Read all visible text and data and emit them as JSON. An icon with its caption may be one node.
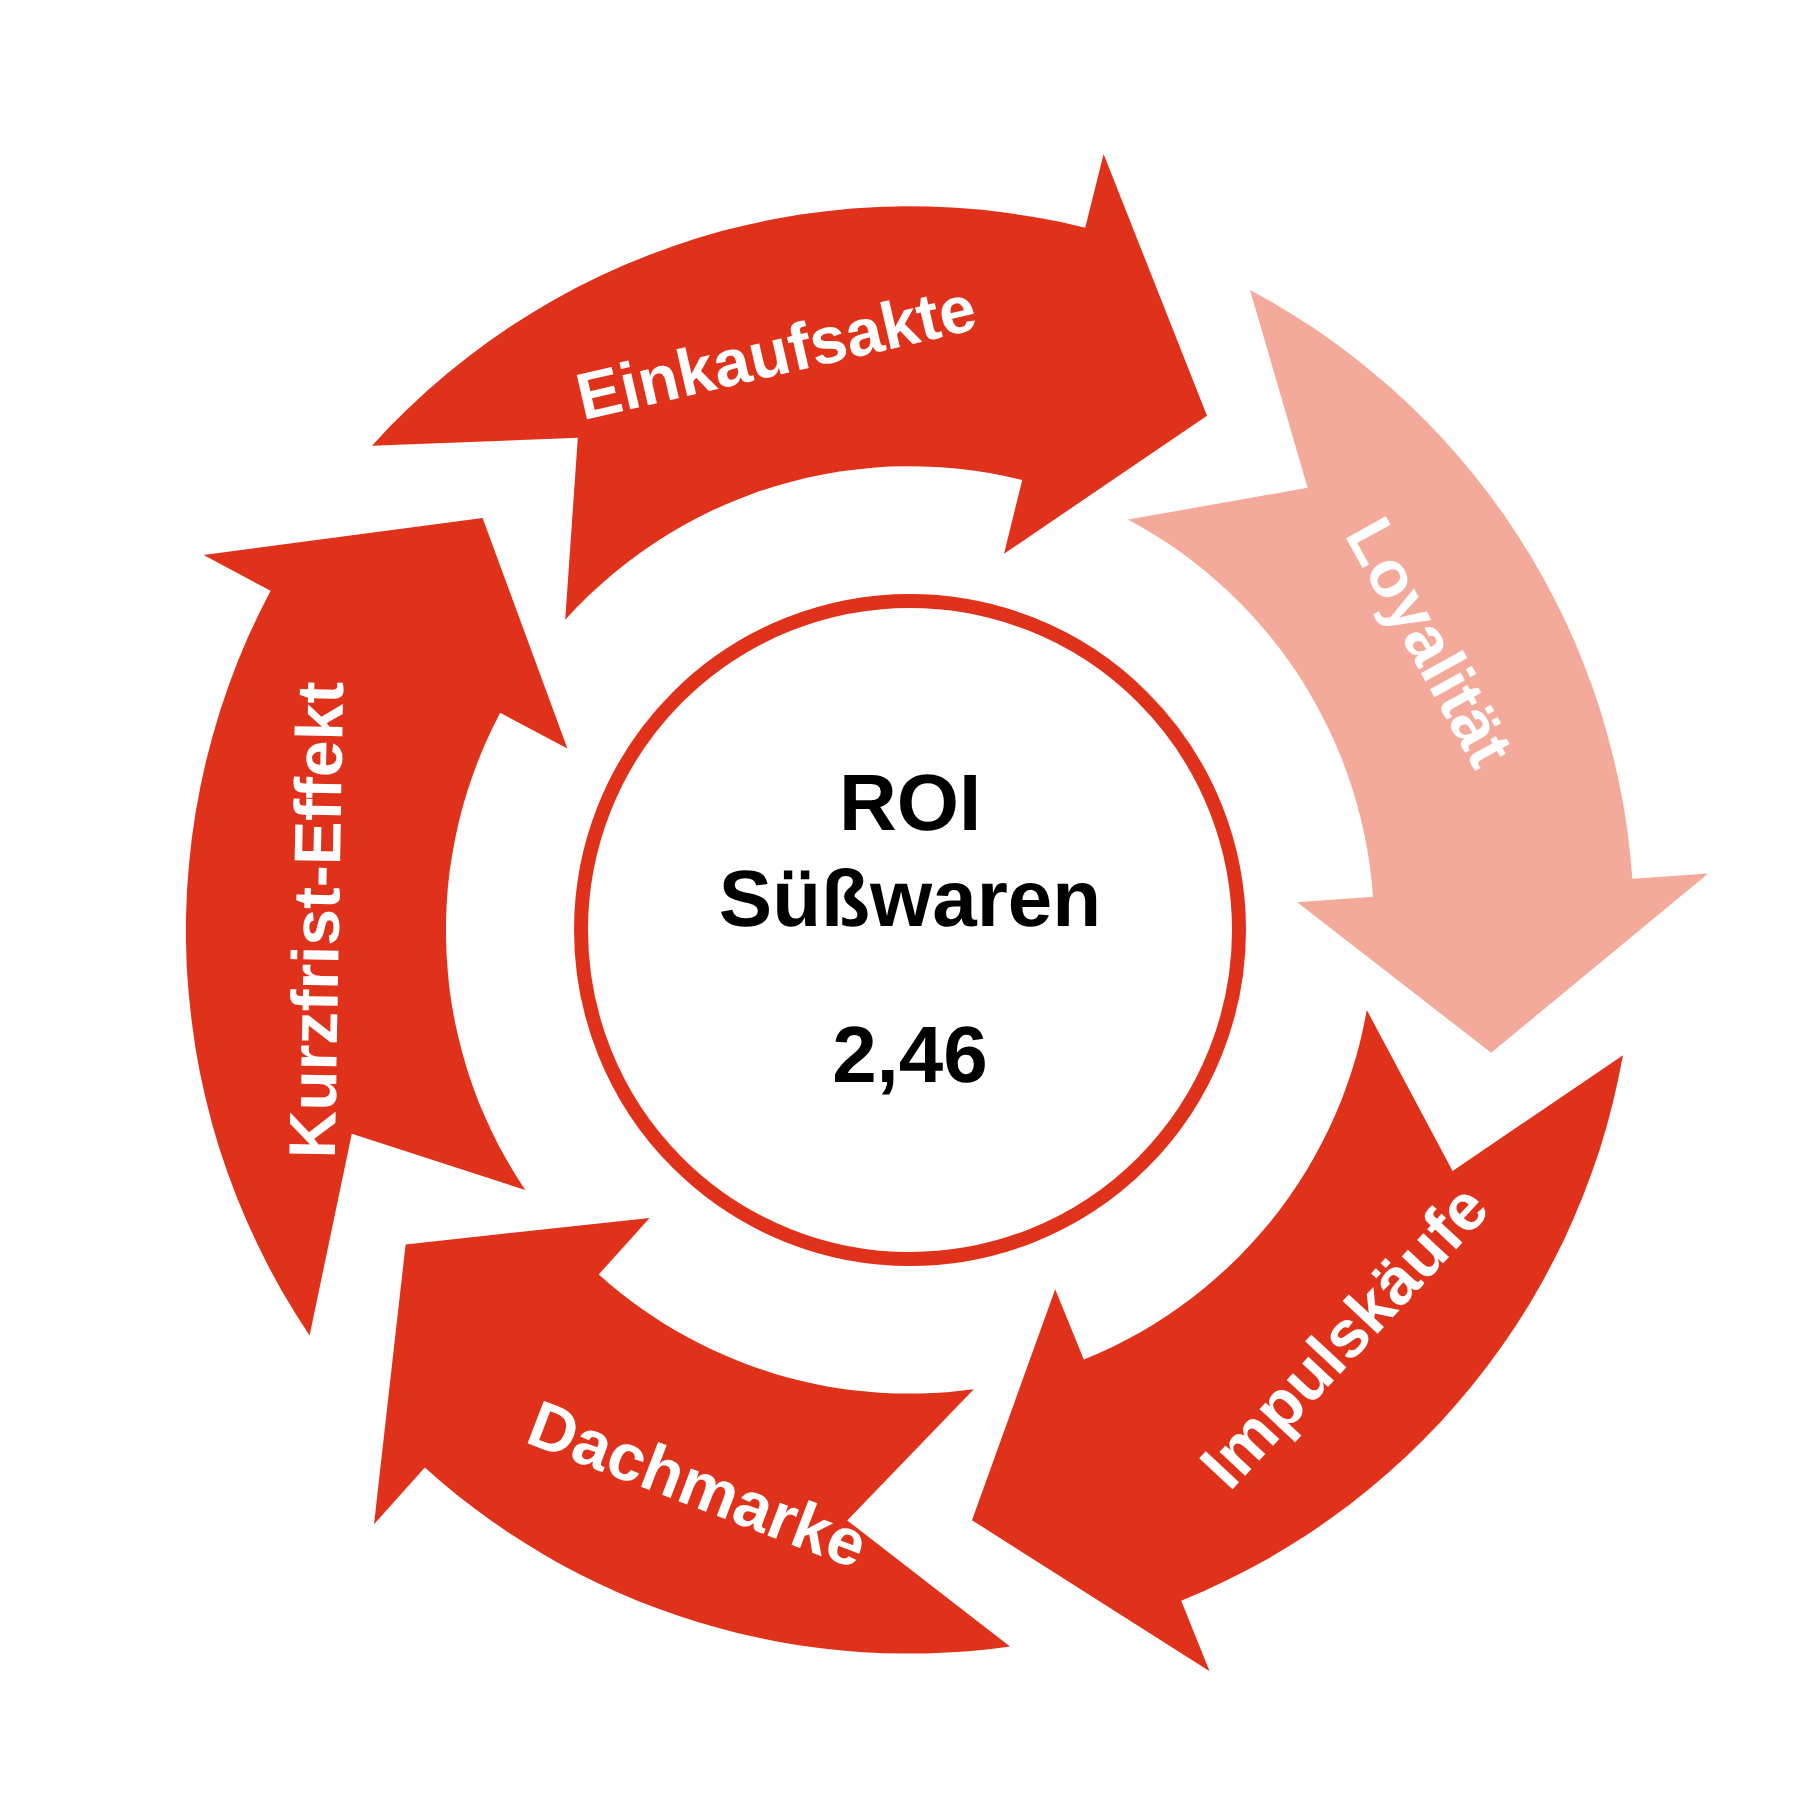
{
  "diagram": {
    "nodes": [
      {
        "text": [
          "Einkaufsakte"
        ]
      },
      {
        "text": [
          "Loyalität"
        ]
      },
      {
        "text": [
          "Impulskäufe"
        ]
      },
      {
        "text": [
          "Dachmarke"
        ]
      },
      {
        "text": [
          "Kurzfrist-Effekt"
        ]
      },
      {
        "text": [
          "ROI Süßwaren",
          "2,46"
        ]
      }
    ]
  }
}
